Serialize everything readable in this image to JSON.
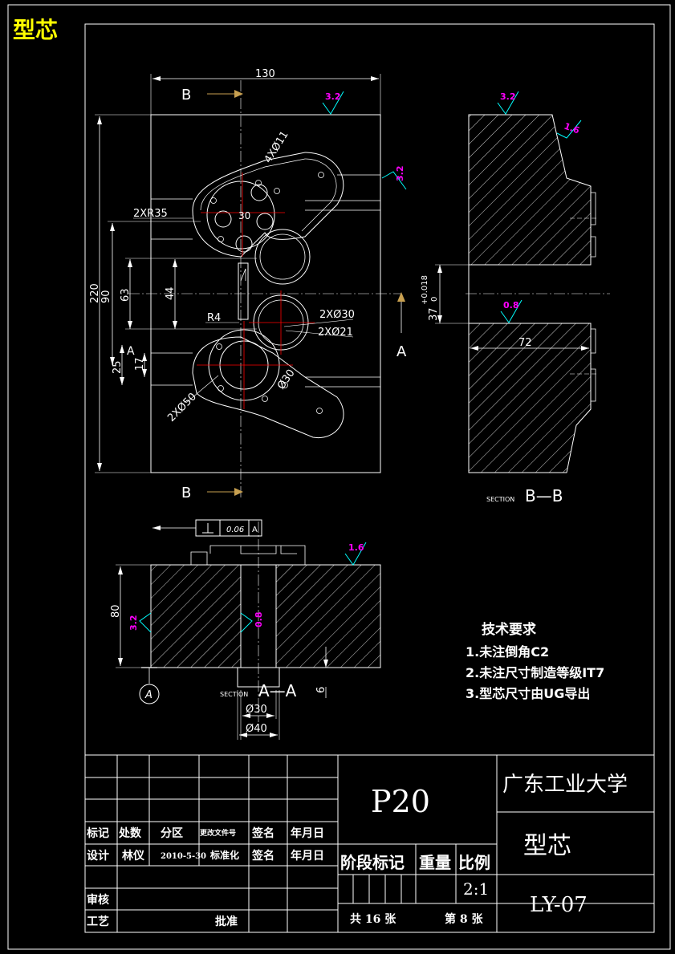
{
  "colors": {
    "background": "#000000",
    "lines": "#ffffff",
    "title": "#ffff00",
    "centerline": "#ff0000",
    "roughness_text": "#ff00ff",
    "roughness_symbol": "#00ffff",
    "dim_arrow": "#c8a050"
  },
  "header": {
    "title": "型芯"
  },
  "front_view": {
    "section_label_top": "B",
    "section_label_bottom": "B",
    "section_label_right": "A",
    "dim_width": "130",
    "dim_height_total": "220",
    "dim_height_90": "90",
    "dim_63": "63",
    "dim_44": "44",
    "dim_25": "25",
    "dim_17": "17",
    "dim_30": "30",
    "hole_4x11": "4XØ11",
    "radius_2xr35": "2XR35",
    "radius_r4": "R4",
    "dia_2x30": "2XØ30",
    "dia_2x21": "2XØ21",
    "dia_30": "Ø30",
    "dia_2x50": "2XØ50",
    "datum_a": "A",
    "roughness_top": "3.2",
    "roughness_right": "3.2"
  },
  "section_bb": {
    "label_prefix": "SECTION",
    "label": "B—B",
    "roughness_top": "3.2",
    "roughness_slope": "1.6",
    "roughness_hole": "0.8",
    "dim_72": "72",
    "dim_37": "37",
    "tol_upper": "+0.018",
    "tol_lower": "0"
  },
  "section_aa": {
    "label_prefix": "SECTION",
    "label": "A—A",
    "tolerance_value": "0.06",
    "tolerance_datum": "A",
    "dim_80": "80",
    "dim_6": "6",
    "dia_30": "Ø30",
    "dia_40": "Ø40",
    "roughness_top": "1.6",
    "roughness_left": "3.2",
    "roughness_center": "0.8",
    "datum_circle": "A"
  },
  "tech_requirements": {
    "heading": "技术要求",
    "items": [
      "1.未注倒角C2",
      "2.未注尺寸制造等级IT7",
      "3.型芯尺寸由UG导出"
    ]
  },
  "title_block": {
    "part_number": "P20",
    "school": "广东工业大学",
    "part_name": "型芯",
    "drawing_no": "LY-07",
    "col_labels": [
      "标记",
      "处数",
      "分区",
      "更改文件号",
      "签名",
      "年月日"
    ],
    "design_label": "设计",
    "designer": "林仪",
    "date": "2010-5-30",
    "standardize": "标准化",
    "sign_label": "签名",
    "date_label": "年月日",
    "review": "审核",
    "process": "工艺",
    "approve": "批准",
    "stage_label": "阶段标记",
    "weight_label": "重量",
    "scale_label": "比例",
    "scale": "2:1",
    "sheets_total": "共 16 张",
    "sheet_no": "第 8 张"
  }
}
